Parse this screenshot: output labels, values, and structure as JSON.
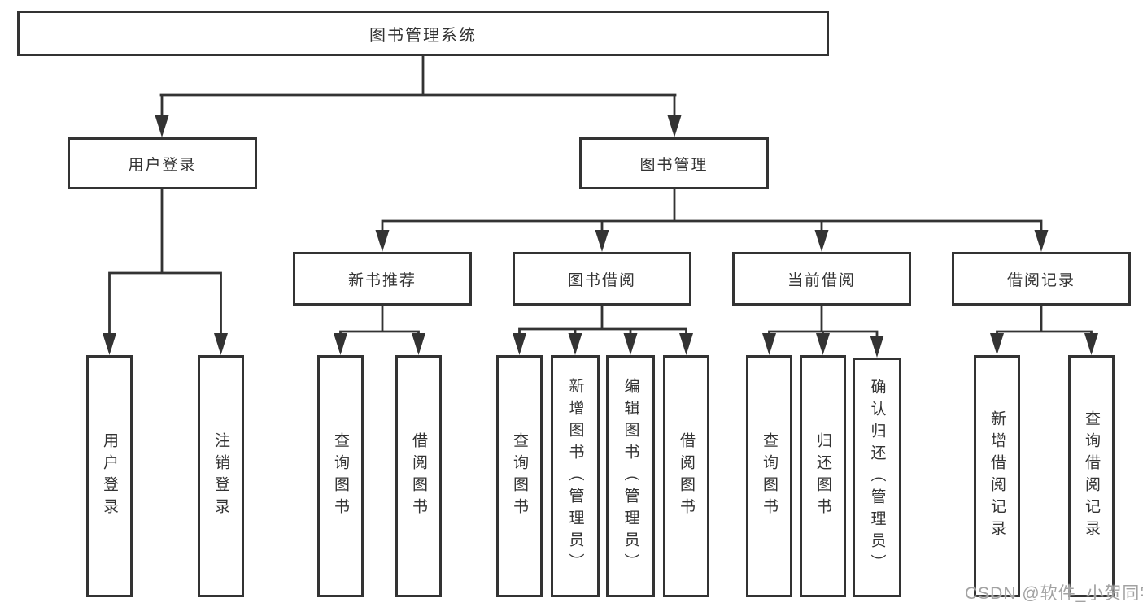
{
  "diagram": {
    "type": "tree",
    "line_color": "#333333",
    "box_border_color": "#333333",
    "text_color": "#333333",
    "background_color": "#ffffff",
    "tree": {
      "label": "图书管理系统",
      "children": [
        {
          "label": "用户登录",
          "children": [
            {
              "label": "用户登录"
            },
            {
              "label": "注销登录"
            }
          ]
        },
        {
          "label": "图书管理",
          "children": [
            {
              "label": "新书推荐",
              "children": [
                {
                  "label": "查询图书"
                },
                {
                  "label": "借阅图书"
                }
              ]
            },
            {
              "label": "图书借阅",
              "children": [
                {
                  "label": "查询图书"
                },
                {
                  "label": "新增图书（管理员）"
                },
                {
                  "label": "编辑图书（管理员）"
                },
                {
                  "label": "借阅图书"
                }
              ]
            },
            {
              "label": "当前借阅",
              "children": [
                {
                  "label": "查询图书"
                },
                {
                  "label": "归还图书"
                },
                {
                  "label": "确认归还（管理员）"
                }
              ]
            },
            {
              "label": "借阅记录",
              "children": [
                {
                  "label": "新增借阅记录"
                },
                {
                  "label": "查询借阅记录"
                }
              ]
            }
          ]
        }
      ]
    },
    "watermark": {
      "text": "CSDN @软件_小贺同学",
      "color": "#a2a2a2"
    }
  }
}
